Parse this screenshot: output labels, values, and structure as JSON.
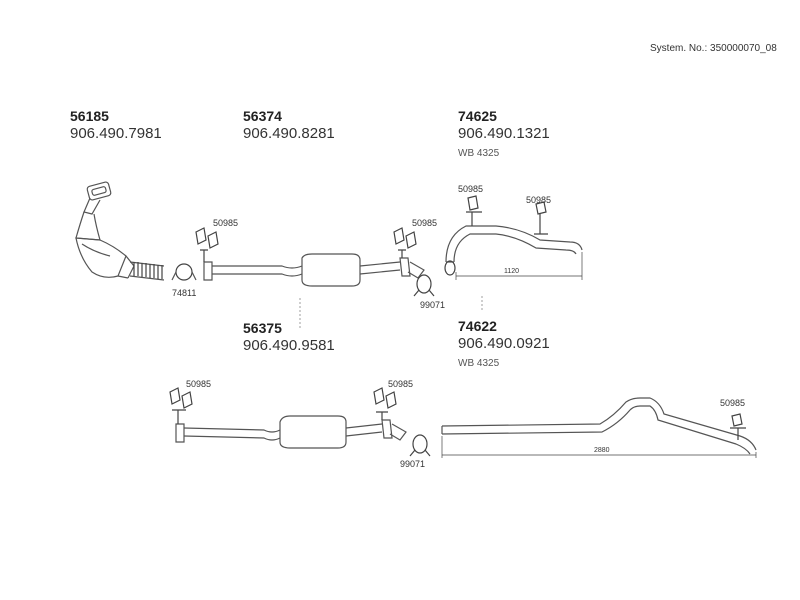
{
  "system_label": "System. No.: 350000070_08",
  "groups": [
    {
      "number": "56185",
      "code": "906.490.7981"
    },
    {
      "number": "56374",
      "code": "906.490.8281"
    },
    {
      "number": "74625",
      "code": "906.490.1321",
      "sub": "WB 4325"
    },
    {
      "number": "56375",
      "code": "906.490.9581"
    },
    {
      "number": "74622",
      "code": "906.490.0921",
      "sub": "WB 4325"
    }
  ],
  "callouts": {
    "hanger": "50985",
    "clamp_small": "74811",
    "clamp": "99071"
  },
  "dimensions": {
    "tail_short": "1120",
    "tail_long": "2880"
  }
}
